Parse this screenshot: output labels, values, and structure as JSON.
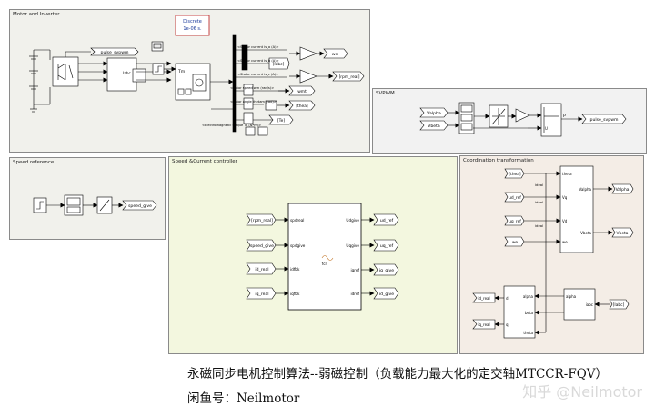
{
  "areas": {
    "motor": {
      "title": "Motor and Inverter",
      "bg": "#f1f1ec"
    },
    "svpwm": {
      "title": "SVPWM",
      "bg": "#f2f2f2"
    },
    "speed_ref": {
      "title": "Speed reference",
      "bg": "#f1f1ec"
    },
    "controller": {
      "title": "Speed &Current controller",
      "bg": "#f3f7df"
    },
    "coord": {
      "title": "Coordination transformation",
      "bg": "#f4ede6"
    }
  },
  "motor": {
    "discrete_line1": "Discrete",
    "discrete_line2": "1e-06 s.",
    "pulse_in": "pulse_svpwm",
    "iabc": "Iabc",
    "tm": "Tm",
    "sig_ia": "<Stator current is_a (A)>",
    "sig_ib": "<Stator current is_b (A)>",
    "sig_ic": "<Stator current is_c (A)>",
    "sig_wm": "<Rotor speed wm (rad/s)>",
    "sig_theta": "<Rotor angle thetam (rad)>",
    "sig_te": "<Electromagnetic torque Te (N*m)>",
    "tag_iabc": "[Iabc]",
    "tag_we": "we",
    "tag_rpm": "[rpm_real]",
    "tag_wmt": "wmt",
    "tag_theta": "[thea]",
    "tag_te": "[Te]"
  },
  "svpwm": {
    "in_valpha": "Valpha",
    "in_vbeta": "Vbeta",
    "port_p": "P",
    "port_u": "U",
    "out": "pulse_svpwm"
  },
  "speed_ref": {
    "out": "speed_give"
  },
  "controller": {
    "in1": "[rpm_real]",
    "in2": "speed_give",
    "in3": "id_real",
    "in4": "iq_real",
    "port_in1": "spdreal",
    "port_in2": "spdgive",
    "port_in3": "idfbk",
    "port_in4": "iqfbk",
    "port_out1": "Udgive",
    "port_out2": "Uqgive",
    "port_out3": "iqref",
    "port_out4": "idref",
    "fcn": "fcn",
    "out1": "ud_ref",
    "out2": "uq_ref",
    "out3": "iq_give",
    "out4": "id_give"
  },
  "coord": {
    "in_theta": "[thea]",
    "in_ud": "ud_ref",
    "in_uq": "uq_ref",
    "in_we": "we",
    "lbl_theta": "theta",
    "lbl_vd": "Vd",
    "lbl_vq": "Vq",
    "lbl_we": "we",
    "lbl_ideal1": "ideal",
    "lbl_ideal2": "ideal",
    "lbl_ideal3": "ideal",
    "out_valpha": "Valpha",
    "out_vbeta": "Vbeta",
    "out_valpha_tag": "Valpha",
    "out_vbeta_tag": "Vbeta",
    "id_real": "id_real",
    "iq_real": "iq_real",
    "iabc_tag": "[Iabc]",
    "lbl_alpha": "alpha",
    "lbl_beta": "beta",
    "lbl_d": "d",
    "lbl_q": "q",
    "lbl_theta2": "theta",
    "lbl_alpha2": "alpha",
    "lbl_iabc": "iabc"
  },
  "caption": {
    "line1": "永磁同步电机控制算法--弱磁控制（负载能力最大化的定交轴MTCCR-FQV）",
    "line2": "闲鱼号：Neilmotor"
  },
  "watermark": "知乎 @Neilmotor"
}
